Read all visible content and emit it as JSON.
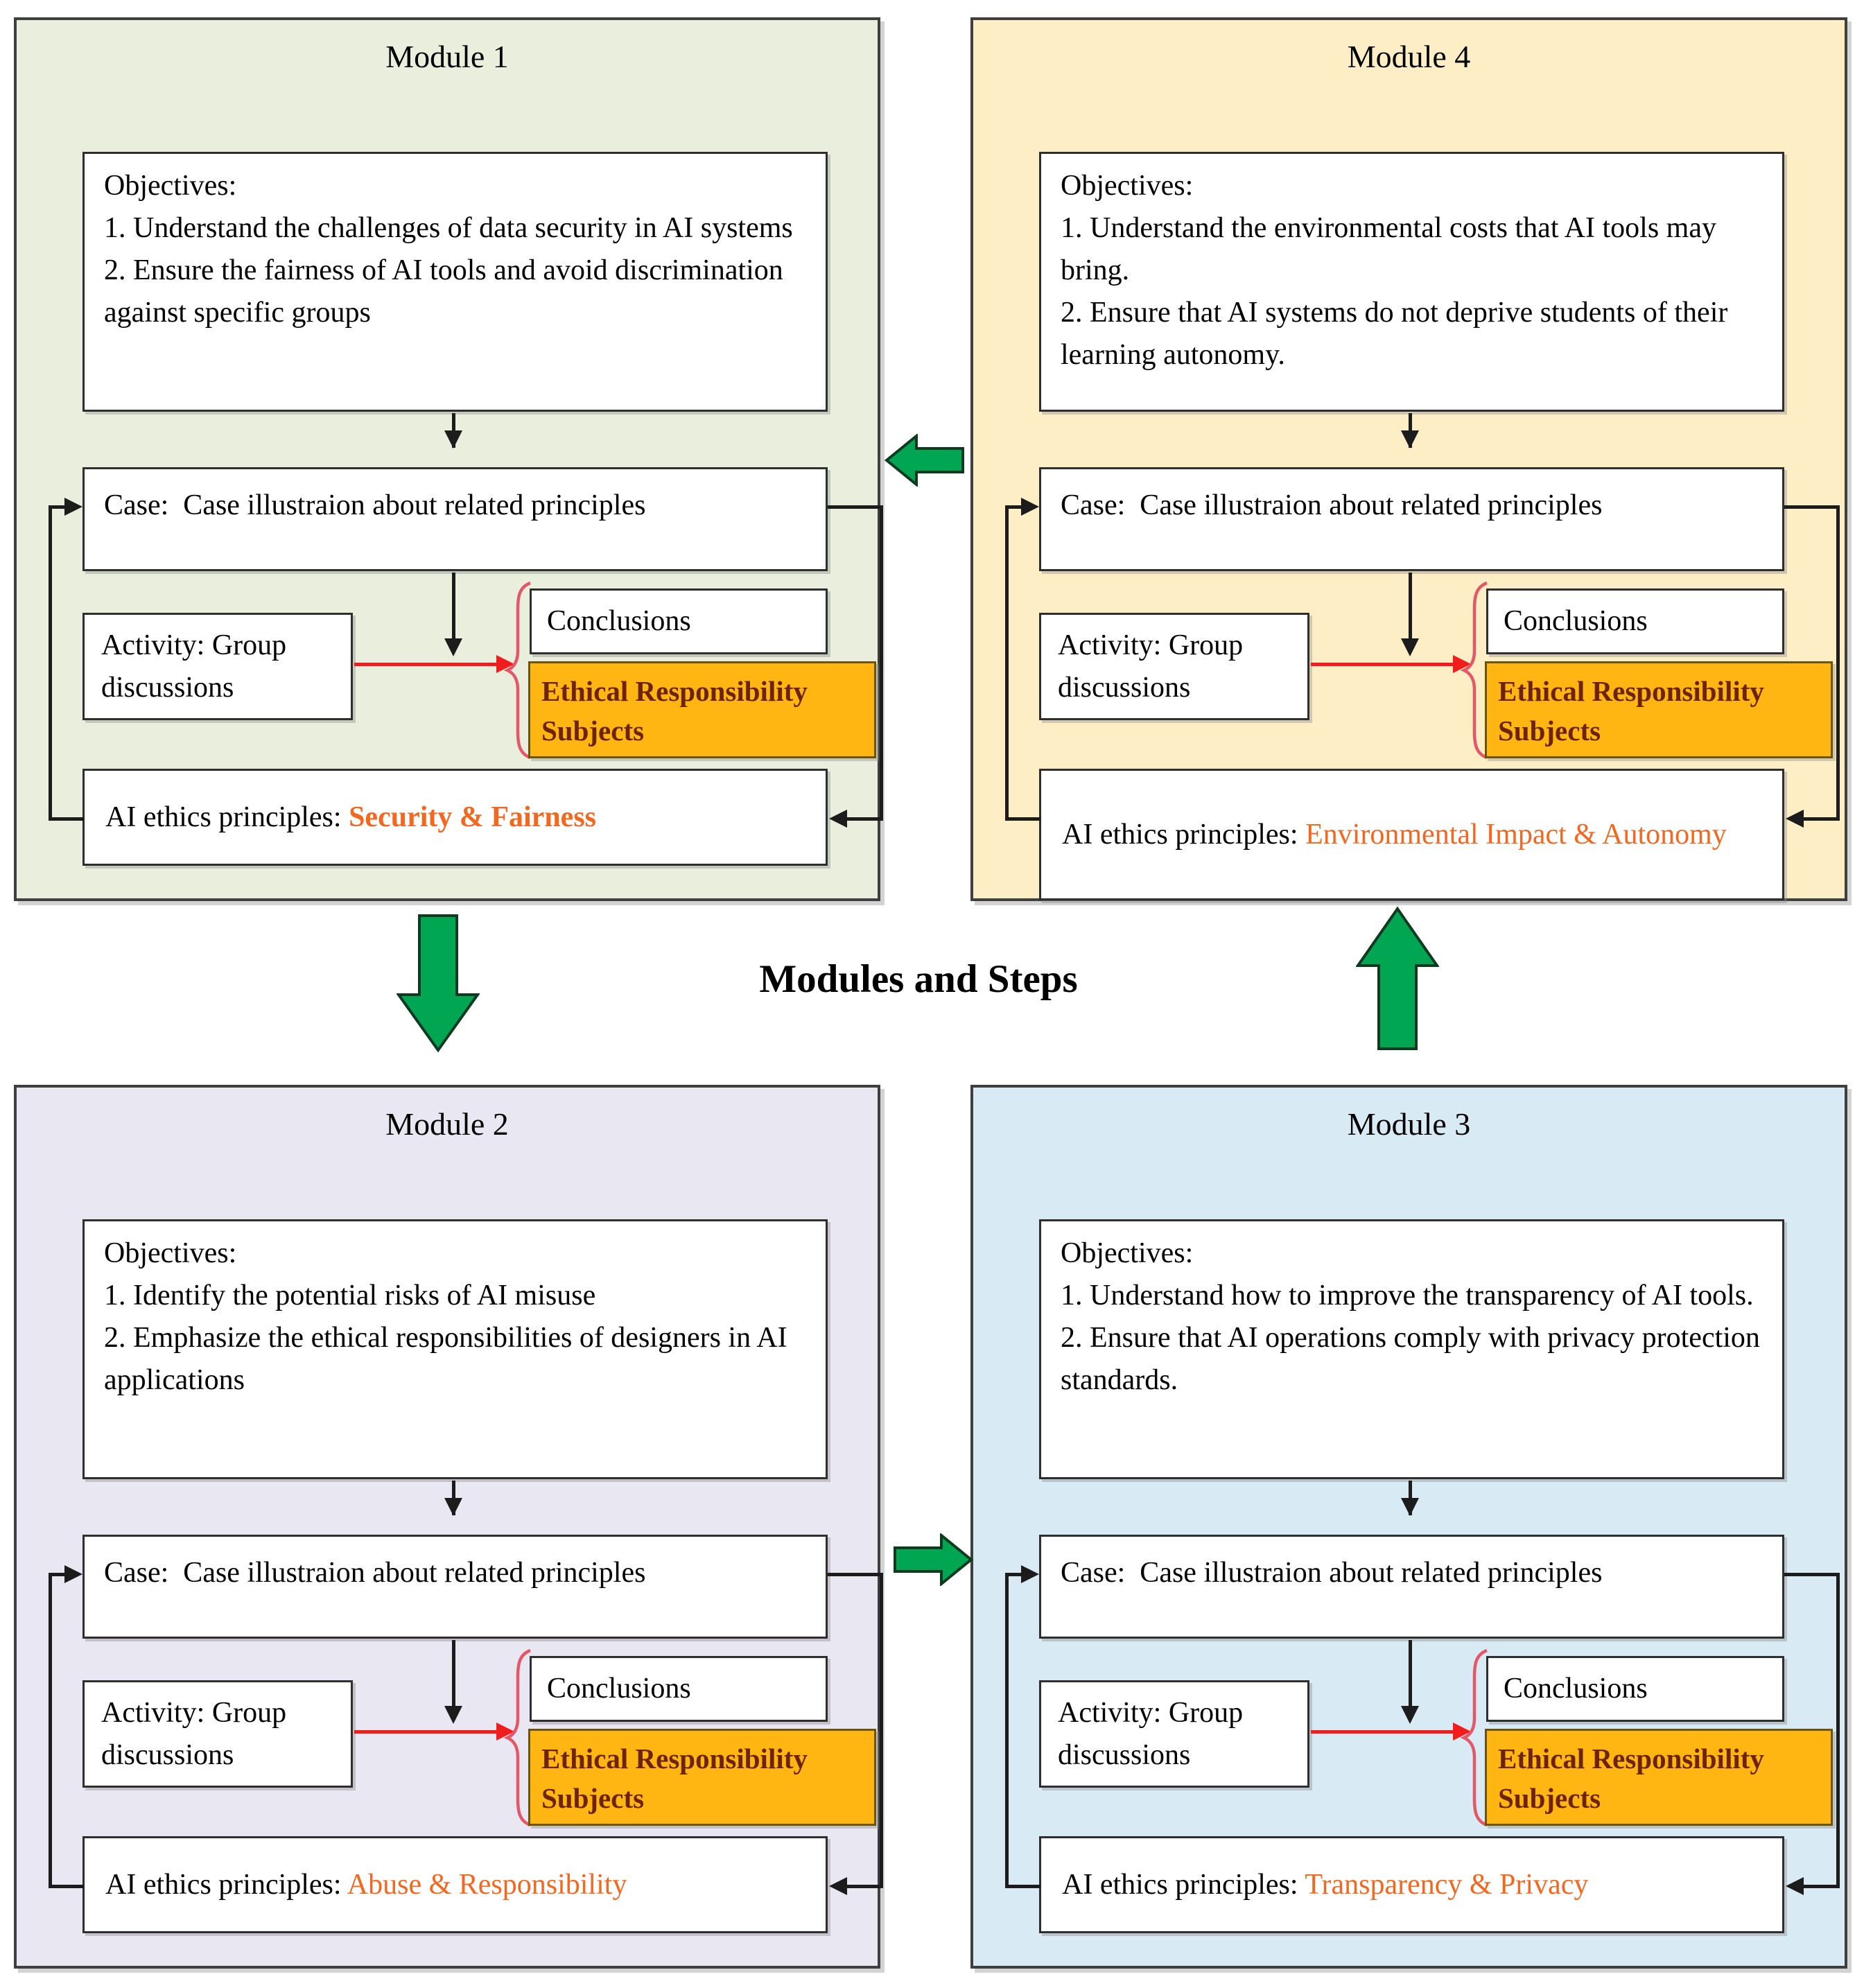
{
  "page": {
    "center_label": "Modules and Steps"
  },
  "colors": {
    "module1_bg": "#e9efdc",
    "module2_bg": "#e9e7f1",
    "module3_bg": "#d8eaf4",
    "module4_bg": "#fdeec5",
    "ethical_box_bg": "#ffb612",
    "ethical_box_text": "#6e2400",
    "principle_text_orange": "#f4671f",
    "flow_arrow_green": "#00a651",
    "connector_red": "#f11c1c",
    "connector_black": "#1c1c1c"
  },
  "shared": {
    "case_label": "Case:  Case illustraion about related principles",
    "activity_label": "Activity: Group discussions",
    "conclusions_label": "Conclusions",
    "ethical_label": "Ethical Responsibility Subjects",
    "principles_prefix": "AI ethics principles: "
  },
  "modules": [
    {
      "title": "Module 1",
      "objectives": [
        "Objectives:",
        "1. Understand the challenges of data security in AI systems",
        "2. Ensure the fairness of AI tools and avoid discrimination against specific groups"
      ],
      "principle": "Security & Fairness"
    },
    {
      "title": "Module 2",
      "objectives": [
        "Objectives:",
        "1. Identify the potential risks of AI misuse",
        "2. Emphasize the ethical responsibilities of designers in AI applications"
      ],
      "principle": "Abuse & Responsibility"
    },
    {
      "title": "Module 3",
      "objectives": [
        "Objectives:",
        "1. Understand how to improve the transparency of AI tools.",
        "2. Ensure that AI operations comply with privacy protection standards."
      ],
      "principle": "Transparency & Privacy"
    },
    {
      "title": "Module 4",
      "objectives": [
        "Objectives:",
        "1. Understand the environmental costs that AI tools may bring.",
        "2. Ensure that AI systems do not deprive students of their learning autonomy."
      ],
      "principle": "Environmental Impact & Autonomy"
    }
  ]
}
